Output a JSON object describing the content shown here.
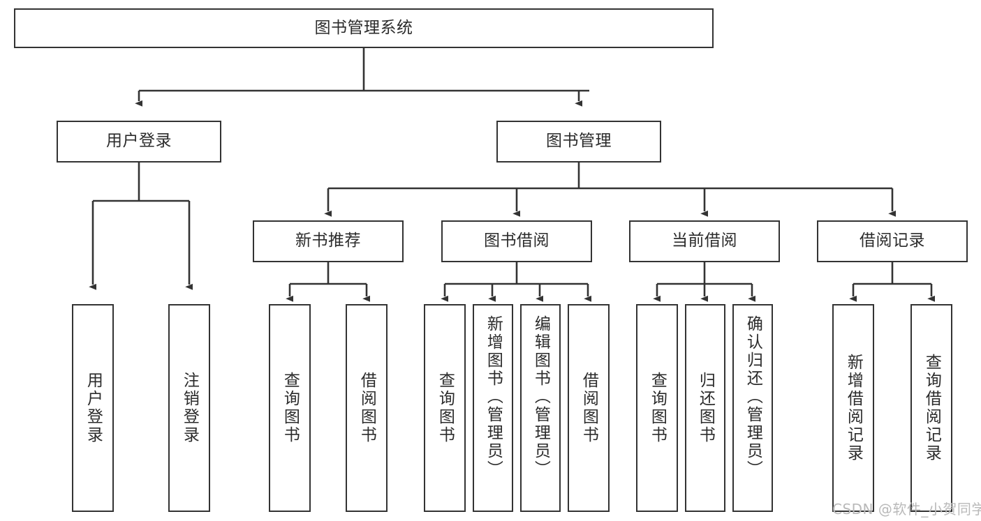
{
  "diagram": {
    "type": "tree-hierarchy-chart",
    "title": "图书管理系统",
    "background_color": "#ffffff",
    "box_border_color": "#333333",
    "edge_color": "#333333",
    "text_color": "#2b2b2b"
  },
  "watermark": {
    "text": "CSDN @软件_小贺同学",
    "color": "#b9b9b9"
  },
  "nodes": {
    "root": {
      "label": "图书管理系统"
    },
    "level2": [
      {
        "id": "user-login",
        "label": "用户登录"
      },
      {
        "id": "book-manage",
        "label": "图书管理"
      }
    ],
    "level3": [
      {
        "id": "new-book-recommend",
        "label": "新书推荐"
      },
      {
        "id": "book-borrow",
        "label": "图书借阅"
      },
      {
        "id": "current-borrow",
        "label": "当前借阅"
      },
      {
        "id": "borrow-record",
        "label": "借阅记录"
      }
    ],
    "leaves": {
      "user_login": [
        {
          "id": "leaf-user-login",
          "label": "用户登录"
        },
        {
          "id": "leaf-logout-login",
          "label": "注销登录"
        }
      ],
      "new_book_recommend": [
        {
          "id": "leaf-query-book-1",
          "label": "查询图书"
        },
        {
          "id": "leaf-borrow-book-1",
          "label": "借阅图书"
        }
      ],
      "book_borrow": [
        {
          "id": "leaf-query-book-2",
          "label": "查询图书"
        },
        {
          "id": "leaf-add-book",
          "label": "新增图书（管理员）"
        },
        {
          "id": "leaf-edit-book",
          "label": "编辑图书（管理员）"
        },
        {
          "id": "leaf-borrow-book-2",
          "label": "借阅图书"
        }
      ],
      "current_borrow": [
        {
          "id": "leaf-query-book-3",
          "label": "查询图书"
        },
        {
          "id": "leaf-return-book",
          "label": "归还图书"
        },
        {
          "id": "leaf-confirm-return",
          "label": "确认归还（管理员）"
        }
      ],
      "borrow_record": [
        {
          "id": "leaf-add-record",
          "label": "新增借阅记录"
        },
        {
          "id": "leaf-query-record",
          "label": "查询借阅记录"
        }
      ]
    }
  }
}
